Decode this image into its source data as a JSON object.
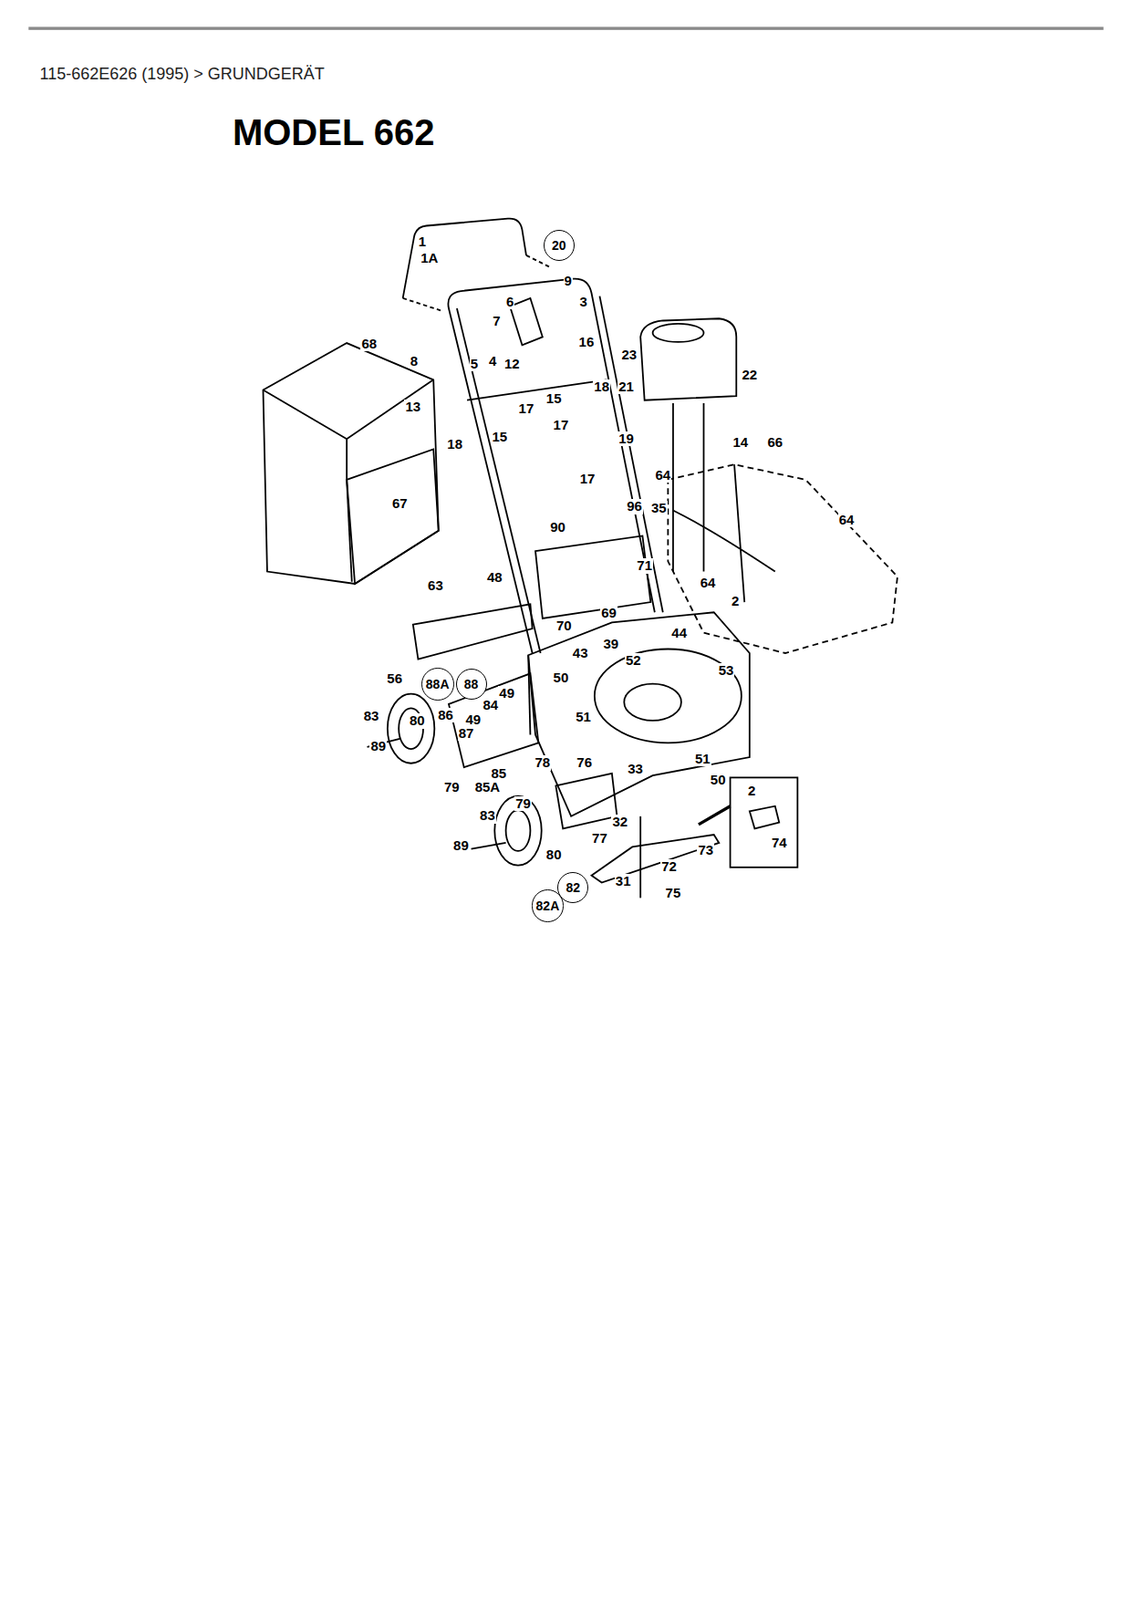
{
  "diagram": {
    "title": "MODEL 662",
    "nodes": [
      {
        "text": [
          "20"
        ]
      },
      {
        "text": [
          "88A"
        ]
      },
      {
        "text": [
          "88"
        ]
      },
      {
        "text": [
          "82"
        ]
      },
      {
        "text": [
          "82A"
        ]
      }
    ],
    "edges": [],
    "labels": [
      "115-662E626 (1995)  >  GRUNDGERÄT",
      "1",
      "1A",
      "9",
      "6",
      "3",
      "7",
      "68",
      "16",
      "23",
      "22",
      "8",
      "5",
      "4",
      "12",
      "21",
      "18",
      "15",
      "13",
      "17",
      "18",
      "15",
      "17",
      "19",
      "14",
      "66",
      "64",
      "17",
      "96",
      "35",
      "90",
      "64",
      "67",
      "71",
      "64",
      "2",
      "63",
      "48",
      "70",
      "69",
      "39",
      "43",
      "44",
      "53",
      "52",
      "56",
      "50",
      "49",
      "84",
      "51",
      "83",
      "86",
      "80",
      "49",
      "87",
      "89",
      "85",
      "79",
      "85A",
      "76",
      "78",
      "51",
      "33",
      "2",
      "79",
      "50",
      "83",
      "32",
      "77",
      "73",
      "74",
      "89",
      "80",
      "72",
      "31",
      "75"
    ]
  }
}
